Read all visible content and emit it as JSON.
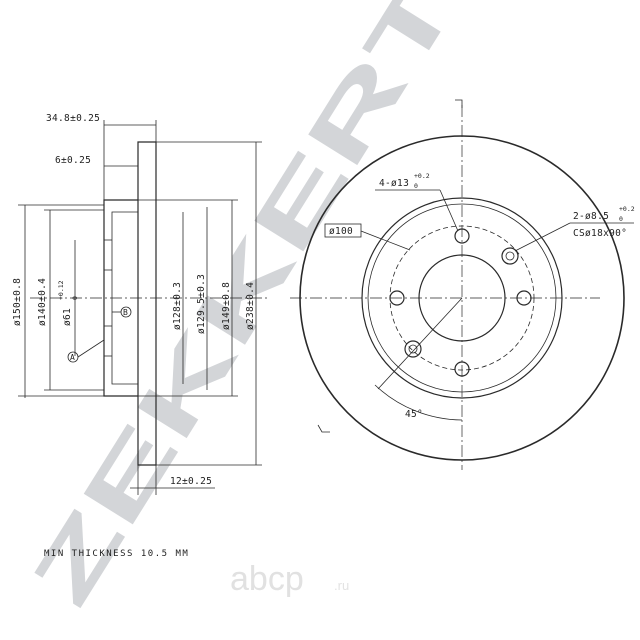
{
  "watermark": {
    "brand": "ZEKKERT",
    "site_logo": "abcp",
    "site_tld": ".ru"
  },
  "side_view": {
    "width_total": "34.8±0.25",
    "hat_depth": "6±0.25",
    "thickness": "12±0.25",
    "d_outer_small": "ø150±0.8",
    "d_140": "ø140±0.4",
    "d_bore": "ø61",
    "d_bore_tol": "+0.12",
    "d_bore_tol2": "0",
    "d_128": "ø128±0.3",
    "d_129": "ø129.5±0.3",
    "d_149": "ø149±0.8",
    "d_238": "ø238±0.4",
    "datum_a": "A",
    "datum_b": "B"
  },
  "front_view": {
    "bolt_holes": "4-ø13",
    "bolt_holes_tol": "+0.2",
    "bolt_holes_tol2": "0",
    "pin_holes": "2-ø8.5",
    "pin_holes_tol": "+0.2",
    "pin_holes_tol2": "0",
    "countersink": "CSø18x90°",
    "pcd": "ø100",
    "angle": "45°"
  },
  "notes": {
    "min_thickness": "MIN THICKNESS 10.5 MM"
  }
}
